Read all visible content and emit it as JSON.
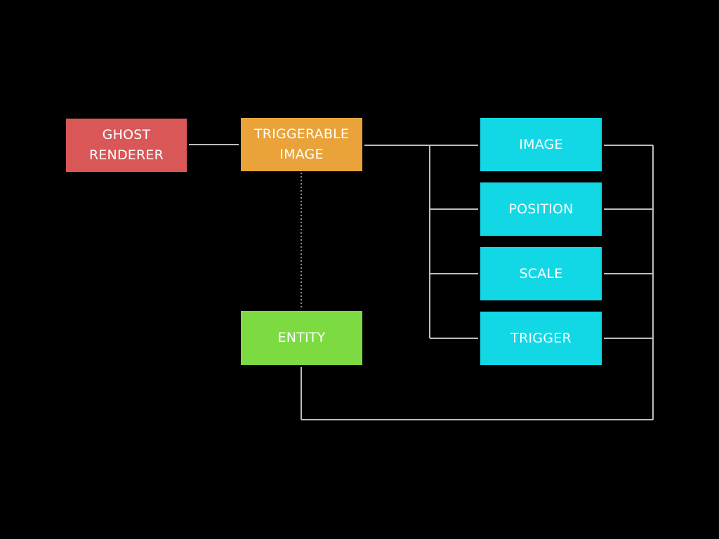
{
  "colors": {
    "background": "#000000",
    "ghost_renderer": "#d95757",
    "triggerable_image": "#e9a33a",
    "entity": "#7ddb42",
    "component": "#12d8e6",
    "connector": "#bdbdbd"
  },
  "nodes": {
    "ghost_renderer": {
      "label": "GHOST\nRENDERER"
    },
    "triggerable_image": {
      "label": "TRIGGERABLE\nIMAGE"
    },
    "entity": {
      "label": "ENTITY"
    },
    "image": {
      "label": "IMAGE"
    },
    "position": {
      "label": "POSITION"
    },
    "scale": {
      "label": "SCALE"
    },
    "trigger": {
      "label": "TRIGGER"
    }
  },
  "edges": [
    {
      "from": "ghost_renderer",
      "to": "triggerable_image",
      "style": "solid"
    },
    {
      "from": "triggerable_image",
      "to": "entity",
      "style": "dotted"
    },
    {
      "from": "triggerable_image",
      "to": "image",
      "style": "solid"
    },
    {
      "from": "triggerable_image",
      "to": "position",
      "style": "solid"
    },
    {
      "from": "triggerable_image",
      "to": "scale",
      "style": "solid"
    },
    {
      "from": "triggerable_image",
      "to": "trigger",
      "style": "solid"
    },
    {
      "from": "image",
      "to": "entity",
      "style": "solid"
    },
    {
      "from": "position",
      "to": "entity",
      "style": "solid"
    },
    {
      "from": "scale",
      "to": "entity",
      "style": "solid"
    },
    {
      "from": "trigger",
      "to": "entity",
      "style": "solid"
    }
  ]
}
